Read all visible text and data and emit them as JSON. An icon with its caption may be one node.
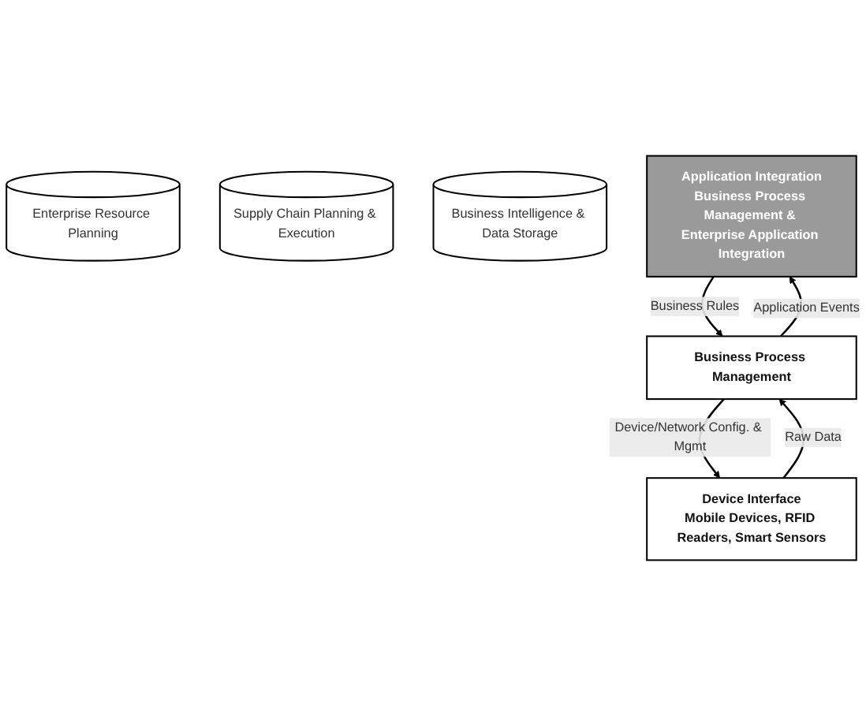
{
  "diagram": {
    "nodes": [
      {
        "text": [
          "Enterprise Resource Planning"
        ]
      },
      {
        "text": [
          "Supply Chain Planning & Execution"
        ]
      },
      {
        "text": [
          "Business Intelligence & Data Storage"
        ]
      },
      {
        "text": [
          "Application Integration",
          "Business Process Management & Enterprise Application Integration"
        ]
      },
      {
        "text": [
          "Business Process Management"
        ]
      },
      {
        "text": [
          "Device Interface",
          "Mobile Devices, RFID Readers, Smart Sensors"
        ]
      }
    ],
    "edges": [
      {
        "from": 3,
        "to": 4,
        "arrow": "to",
        "label": "Business Rules"
      },
      {
        "from": 4,
        "to": 3,
        "arrow": "to",
        "label": "Application Events"
      },
      {
        "from": 4,
        "to": 5,
        "arrow": "to",
        "label": "Device/Network Config. & Mgmt"
      },
      {
        "from": 5,
        "to": 4,
        "arrow": "to",
        "label": "Raw Data"
      }
    ]
  }
}
